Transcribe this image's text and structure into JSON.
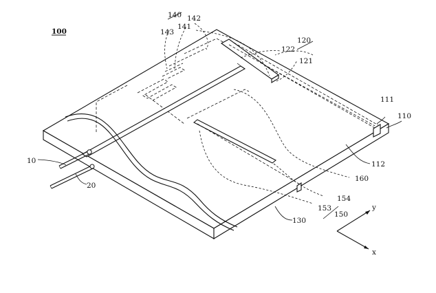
{
  "labels": {
    "figure_ref": "100",
    "plate": "110",
    "top_surface": "111",
    "bottom_surface": "112",
    "feed_10": "10",
    "feed_20": "20",
    "element_120": "120",
    "element_121": "121",
    "element_122": "122",
    "flex_130": "130",
    "element_140": "140",
    "element_141": "141",
    "element_142": "142",
    "element_143": "143",
    "element_150": "150",
    "element_153": "153",
    "element_154": "154",
    "element_160": "160",
    "axis_x": "x",
    "axis_y": "y"
  }
}
